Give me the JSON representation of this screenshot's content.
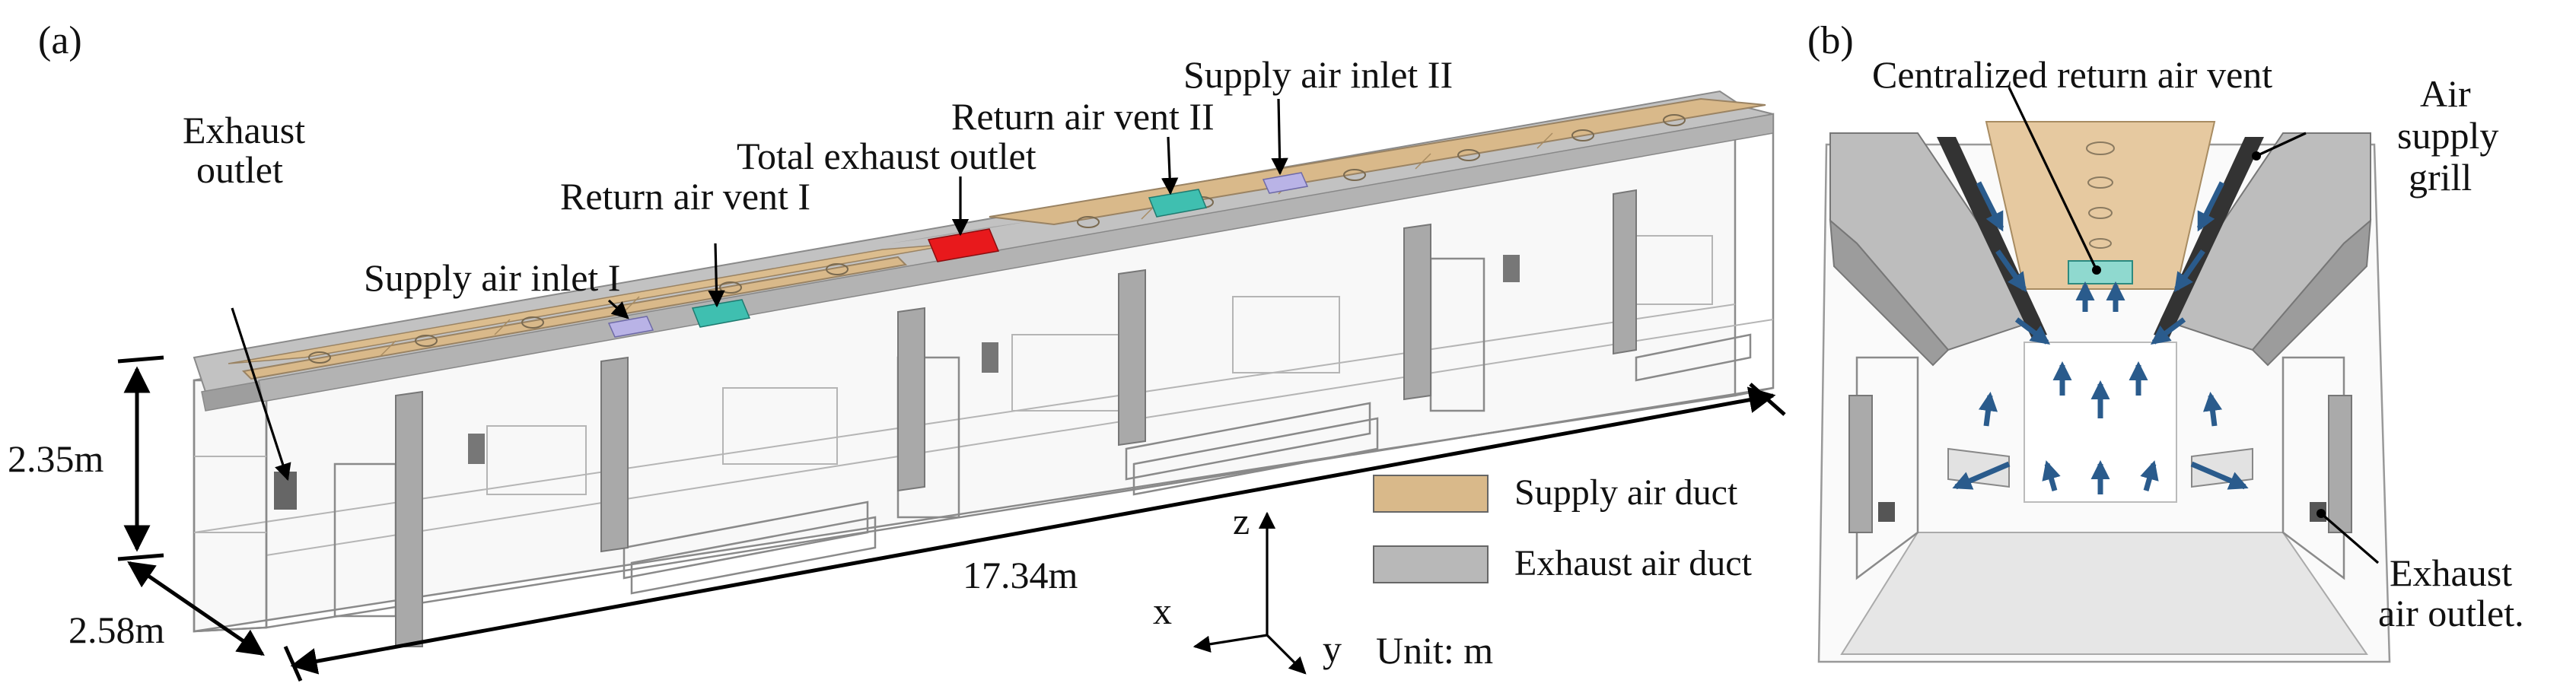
{
  "panels": {
    "a": "(a)",
    "b": "(b)"
  },
  "colors": {
    "supply_duct": "#d9b98a",
    "exhaust_duct": "#b8b8b8",
    "return_vent": "#3fbfb0",
    "supply_inlet": "#b9b3e6",
    "total_exhaust": "#e8191c",
    "flow_arrow": "#2a5b8c"
  },
  "panel_a": {
    "labels": {
      "exhaust_outlet_1": "Exhaust",
      "exhaust_outlet_2": "outlet",
      "supply_inlet_1": "Supply air inlet I",
      "return_vent_1": "Return air vent I",
      "total_exhaust": "Total exhaust outlet",
      "return_vent_2": "Return air vent II",
      "supply_inlet_2": "Supply air inlet  II"
    },
    "dimensions": {
      "height": "2.35m",
      "width": "2.58m",
      "length": "17.34m"
    },
    "axes": {
      "z": "z",
      "x": "x",
      "y": "y",
      "unit": "Unit: m"
    },
    "legend": [
      {
        "label": "Supply air duct",
        "color": "#d9b98a"
      },
      {
        "label": "Exhaust air duct",
        "color": "#b8b8b8"
      }
    ]
  },
  "panel_b": {
    "labels": {
      "centralized_return": "Centralized return air vent",
      "air_supply_1": "Air",
      "air_supply_2": "supply",
      "air_supply_3": "grill",
      "exhaust_air_1": "Exhaust",
      "exhaust_air_2": "air outlet."
    }
  }
}
